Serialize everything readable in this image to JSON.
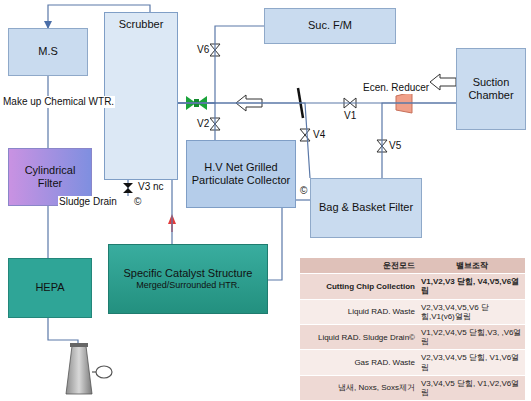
{
  "diagram": {
    "nodes": [
      {
        "text": [
          "M.S"
        ]
      },
      {
        "text": [
          "Scrubber"
        ]
      },
      {
        "text": [
          "Cylindrical Filter"
        ]
      },
      {
        "text": [
          "HEPA"
        ]
      },
      {
        "text": [
          "Suc. F/M"
        ]
      },
      {
        "text": [
          "Suction Chamber"
        ]
      },
      {
        "text": [
          "H.V Net Grilled Particulate Collector"
        ]
      },
      {
        "text": [
          "Bag & Basket Filter"
        ]
      },
      {
        "text": [
          "Specific Catalyst Structure",
          "Merged/Surrounded HTR."
        ]
      }
    ],
    "edges": [
      {
        "from": 1,
        "to": 0,
        "arrow": "to"
      },
      {
        "from": 0,
        "to": 2,
        "arrow": "none"
      },
      {
        "from": 2,
        "to": 3,
        "arrow": "none"
      },
      {
        "from": 5,
        "to": 1,
        "arrow": "none"
      },
      {
        "from": 4,
        "to": 1,
        "arrow": "none"
      },
      {
        "from": 6,
        "to": 1,
        "arrow": "none"
      },
      {
        "from": 7,
        "to": 1,
        "arrow": "none"
      },
      {
        "from": 5,
        "to": 7,
        "arrow": "none"
      },
      {
        "from": 7,
        "to": 6,
        "arrow": "none"
      },
      {
        "from": 6,
        "to": 8,
        "arrow": "none"
      },
      {
        "from": 8,
        "to": 1,
        "arrow": "none"
      }
    ],
    "labels": [
      "Make up Chemical WTR.",
      "V3 nc",
      "©",
      "Sludge Drain",
      "V6",
      "V2",
      "©",
      "V4",
      "V1",
      "Ecen. Reducer",
      "V5",
      "운전모드",
      "밸브조작",
      "Cutting Chip Collection",
      "V1,V2,V3 닫힘, V4,V5,V6열림",
      "Liquid RAD. Waste",
      "V2,V3,V4,V5,V6 닫힘,V1(v6)열림",
      "Liquid RAD. Sludge Drain©",
      "V1,V2,V4,V5 닫힘,V3, ,V6열림",
      "Gas RAD. Waste",
      "V2,V3,V4,V5 닫힘, V1,V6열림",
      "냄새, Noxs, Soxs제거",
      "V3,V4,V5 닫힘, V1,V2,V6열림"
    ]
  }
}
